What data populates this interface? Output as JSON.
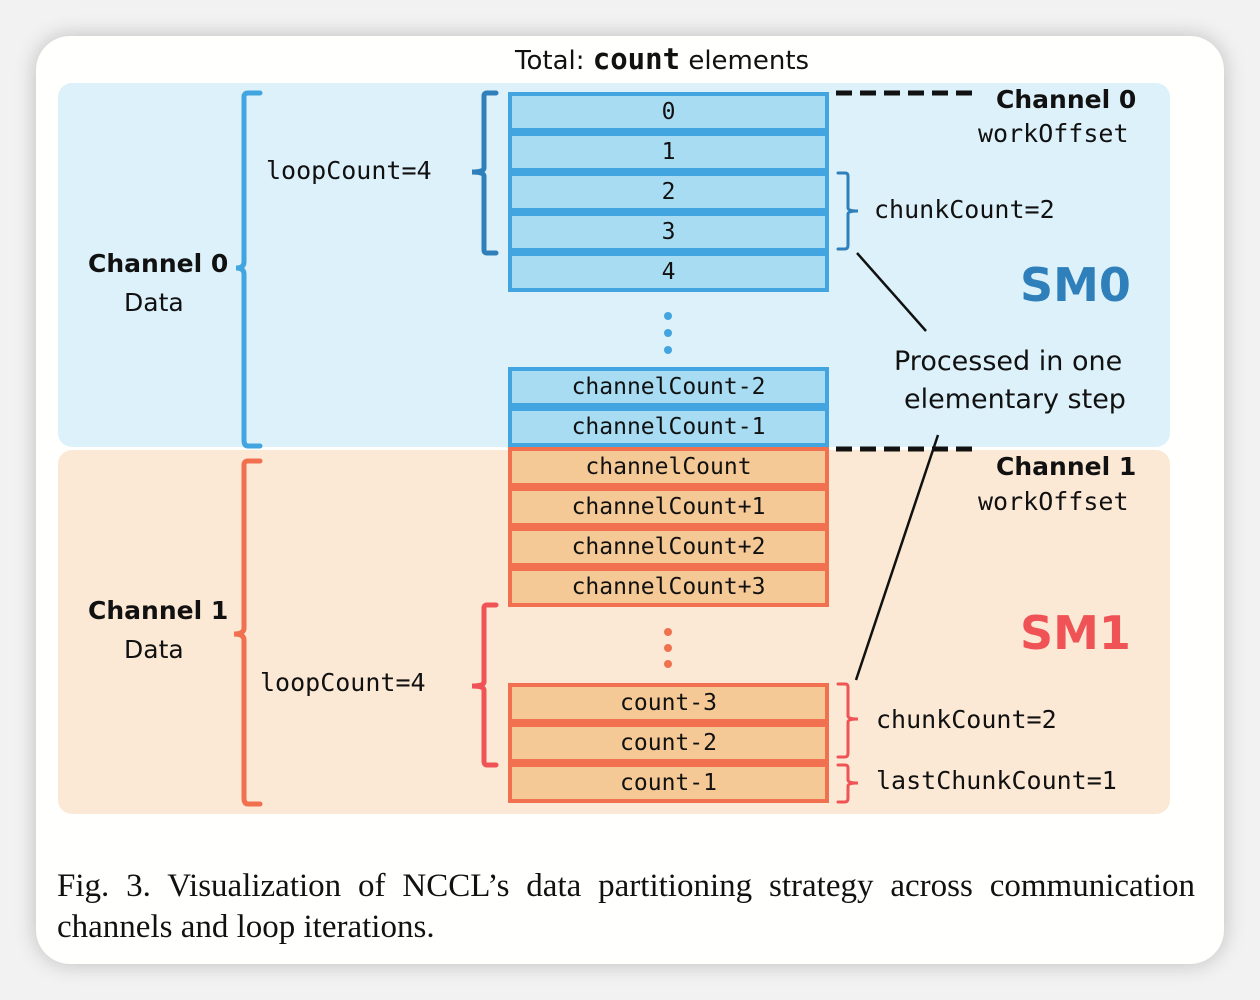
{
  "title": {
    "prefix": "Total: ",
    "emph": "count",
    "suffix": " elements"
  },
  "colors": {
    "blue_region": "#dcf1fa",
    "blue_cell": "#a8dcf3",
    "blue_border": "#42a5df",
    "blue_dark": "#2f7fba",
    "orange_region": "#fbe9d5",
    "orange_cell": "#f5c996",
    "orange_border": "#f0704f",
    "red": "#ef5356"
  },
  "channel0": {
    "label": "Channel 0",
    "sublabel": "Data",
    "sm": "SM0",
    "offset_label": "Channel 0",
    "offset_sub": "workOffset",
    "loop_label": "loopCount=4",
    "chunk_label": "chunkCount=2",
    "cells_top": [
      "0",
      "1",
      "2",
      "3",
      "4"
    ],
    "cells_bottom": [
      "channelCount-2",
      "channelCount-1"
    ]
  },
  "channel1": {
    "label": "Channel 1",
    "sublabel": "Data",
    "sm": "SM1",
    "offset_label": "Channel 1",
    "offset_sub": "workOffset",
    "loop_label": "loopCount=4",
    "chunk_label": "chunkCount=2",
    "last_chunk_label": "lastChunkCount=1",
    "cells_top": [
      "channelCount",
      "channelCount+1",
      "channelCount+2",
      "channelCount+3"
    ],
    "cells_bottom": [
      "count-3",
      "count-2",
      "count-1"
    ]
  },
  "annotation": {
    "line1": "Processed in one",
    "line2": "elementary step"
  },
  "caption": "Fig. 3.  Visualization of NCCL’s data partitioning strategy across communication channels and loop iterations."
}
